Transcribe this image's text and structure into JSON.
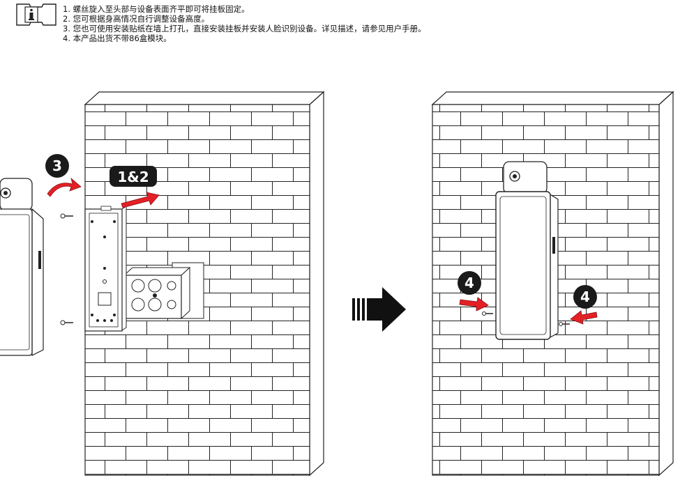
{
  "note": {
    "icon": "info-icon",
    "items": [
      "1. 螺丝旋入至头部与设备表面齐平即可将挂板固定。",
      "2. 您可根据身高情况自行调整设备高度。",
      "3. 您也可使用安装贴纸在墙上打孔，直接安装挂板并安装人脸识别设备。详见描述，请参见用户手册。",
      "4. 本产品出货不带86盒模块。"
    ]
  },
  "steps": {
    "step_3": "3",
    "step_1_2": "1&2",
    "step_4_left": "4",
    "step_4_right": "4"
  },
  "colors": {
    "arrow": "#e32026",
    "badge": "#1a1a1a",
    "line": "#222222"
  }
}
